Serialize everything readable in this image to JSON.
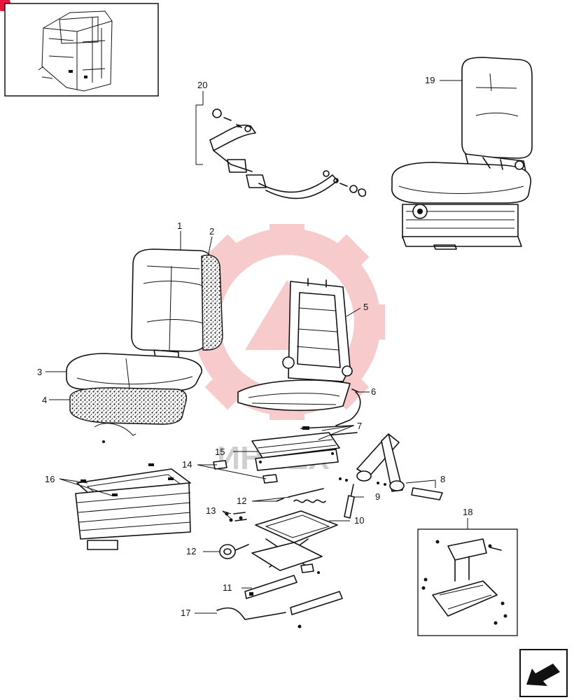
{
  "diagram": {
    "callouts": [
      "1",
      "2",
      "3",
      "4",
      "5",
      "6",
      "7",
      "8",
      "9",
      "10",
      "11",
      "12",
      "12",
      "13",
      "14",
      "15",
      "16",
      "17",
      "18",
      "19",
      "20"
    ],
    "watermark_text": "ИНПЕХ",
    "colors": {
      "ink": "#111111",
      "watermark": "#f2a0a3",
      "marker": "#e8163c"
    },
    "icons": [
      "thumbnail-cab",
      "next-page-arrow-icon"
    ]
  }
}
